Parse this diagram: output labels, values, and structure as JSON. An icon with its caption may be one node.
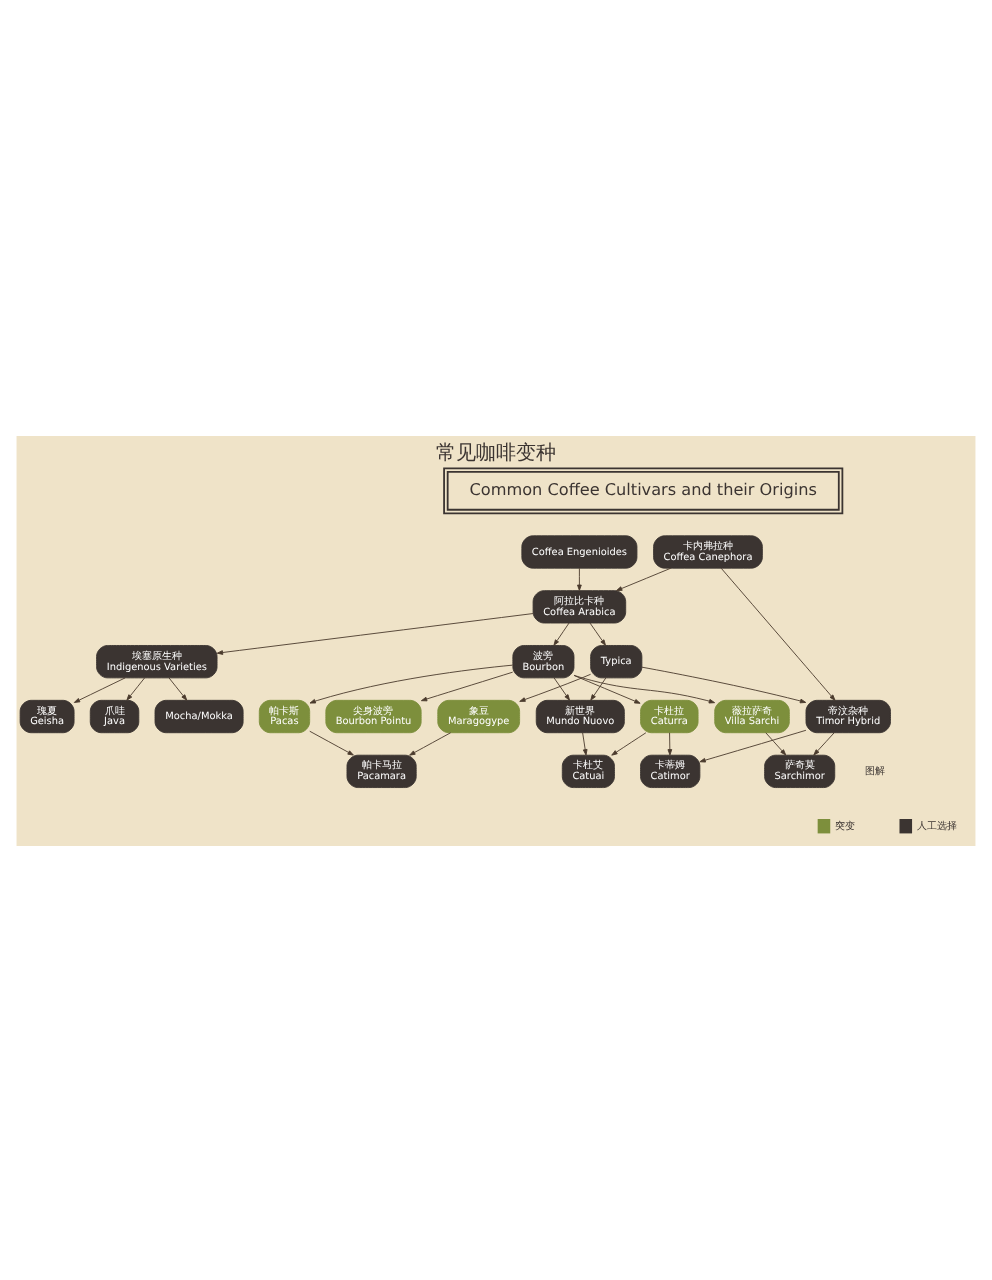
{
  "diagram": {
    "title": "常见咖啡变种",
    "nodes": [
      {
        "text": [
          "Common Coffee Cultivars and their Origins"
        ]
      },
      {
        "text": [
          "Coffea Engenioides"
        ]
      },
      {
        "text": [
          "卡内弗拉种",
          "Coffea Canephora"
        ]
      },
      {
        "text": [
          "阿拉比卡种",
          "Coffea Arabica"
        ]
      },
      {
        "text": [
          "埃塞原生种",
          "Indigenous Varieties"
        ]
      },
      {
        "text": [
          "尖身波旁",
          "Bourbon Pointu"
        ]
      },
      {
        "text": [
          "瑰夏",
          "Geisha"
        ]
      },
      {
        "text": [
          "爪哇",
          "Java"
        ]
      },
      {
        "text": [
          "帕卡斯",
          "Pacas"
        ]
      },
      {
        "text": [
          "Mocha/Mokka"
        ]
      },
      {
        "text": [
          "象豆",
          "Maragogype"
        ]
      },
      {
        "text": [
          "Typica"
        ]
      },
      {
        "text": [
          "帕卡马拉",
          "Pacamara"
        ]
      },
      {
        "text": [
          "波旁",
          "Bourbon"
        ]
      },
      {
        "text": [
          "新世界",
          "Mundo Nuovo"
        ]
      },
      {
        "text": [
          "卡杜拉",
          "Caturra"
        ]
      },
      {
        "text": [
          "卡杜艾",
          "Catuai"
        ]
      },
      {
        "text": [
          "帝汶杂种",
          "Timor Hybrid"
        ]
      },
      {
        "text": [
          "薇拉萨奇",
          "Villa Sarchi"
        ]
      },
      {
        "text": [
          "卡蒂姆",
          "Catimor"
        ]
      },
      {
        "text": [
          "萨奇莫",
          "Sarchimor"
        ]
      }
    ],
    "edges": [
      {
        "from": 1,
        "to": 3,
        "arrow": "to"
      },
      {
        "from": 2,
        "to": 3,
        "arrow": "to"
      },
      {
        "from": 2,
        "to": 17,
        "arrow": "to"
      },
      {
        "from": 3,
        "to": 4,
        "arrow": "to"
      },
      {
        "from": 3,
        "to": 13,
        "arrow": "to"
      },
      {
        "from": 3,
        "to": 11,
        "arrow": "to"
      },
      {
        "from": 4,
        "to": 6,
        "arrow": "to"
      },
      {
        "from": 4,
        "to": 7,
        "arrow": "to"
      },
      {
        "from": 4,
        "to": 9,
        "arrow": "to"
      },
      {
        "from": 13,
        "to": 5,
        "arrow": "to"
      },
      {
        "from": 13,
        "to": 8,
        "arrow": "to"
      },
      {
        "from": 11,
        "to": 10,
        "arrow": "to"
      },
      {
        "from": 8,
        "to": 12,
        "arrow": "to"
      },
      {
        "from": 10,
        "to": 12,
        "arrow": "to"
      },
      {
        "from": 13,
        "to": 14,
        "arrow": "to"
      },
      {
        "from": 11,
        "to": 14,
        "arrow": "to"
      },
      {
        "from": 14,
        "to": 16,
        "arrow": "to"
      },
      {
        "from": 13,
        "to": 15,
        "arrow": "to"
      },
      {
        "from": 13,
        "to": 18,
        "arrow": "to"
      },
      {
        "from": 15,
        "to": 16,
        "arrow": "to"
      },
      {
        "from": 11,
        "to": 17,
        "arrow": "to"
      },
      {
        "from": 15,
        "to": 19,
        "arrow": "to"
      },
      {
        "from": 17,
        "to": 19,
        "arrow": "to"
      },
      {
        "from": 18,
        "to": 20,
        "arrow": "to"
      },
      {
        "from": 17,
        "to": 20,
        "arrow": "to"
      }
    ],
    "labels": [
      "图解"
    ],
    "legend": [
      {
        "text": "突变",
        "color": "#7d8f3c"
      },
      {
        "text": "人工选择",
        "color": "#3b3431"
      }
    ]
  }
}
